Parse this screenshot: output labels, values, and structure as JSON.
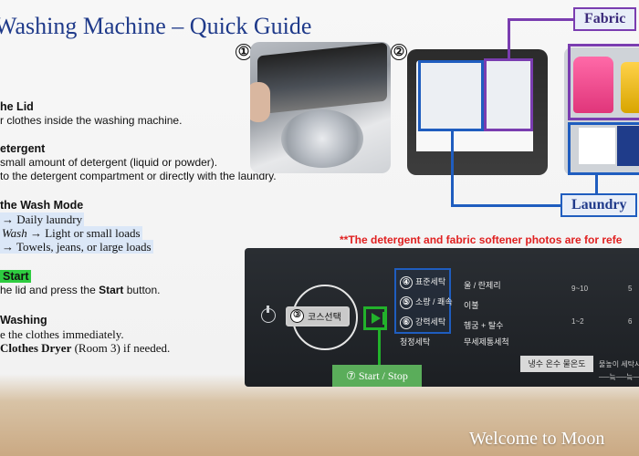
{
  "title": "Washing Machine – Quick Guide",
  "steps": {
    "lid": {
      "title": "he Lid",
      "text": "r clothes inside the washing machine."
    },
    "detergent": {
      "title": "etergent",
      "line1": "small amount of detergent (liquid or powder).",
      "line2": "to the detergent compartment or directly with the laundry."
    },
    "mode": {
      "title": "the Wash Mode",
      "line1": "→ Daily laundry",
      "line2_prefix": "Wash",
      "line2": " → Light or small loads",
      "line3": "→ Towels, jeans, or large loads"
    },
    "start": {
      "title": "Start",
      "text_prefix": "he lid and press the ",
      "text_bold": "Start",
      "text_suffix": " button."
    },
    "finish": {
      "title": "Washing",
      "line1": "e the clothes immediately.",
      "line2_bold": " Clothes Dryer",
      "line2_suffix": " (Room 3) if needed."
    }
  },
  "photo_numbers": {
    "one": "①",
    "two": "②"
  },
  "tags": {
    "fabric": "Fabric",
    "laundry": "Laundry"
  },
  "note": "**The detergent and fabric softener photos are for refe",
  "panel": {
    "course": {
      "num": "③",
      "label": "코스선택"
    },
    "modes": [
      {
        "num": "④",
        "label": "표준세탁"
      },
      {
        "num": "⑤",
        "label": "소량 / 쾌속"
      },
      {
        "num": "⑥",
        "label": "강력세탁"
      }
    ],
    "mode_plain": "청정세탁",
    "col2": [
      "울 / 란제리",
      "이불",
      "헹굼 + 탈수",
      "무세제통세척"
    ],
    "right_top": "9~10",
    "right_top2": "5",
    "right_mid": "1~2",
    "right_mid2": "6",
    "bottom_chip": {
      "left": "냉수",
      "right": "온수",
      "label": "물온도"
    },
    "bottom_labels": "물높이   세탁시간   헹굼횟수   탈수",
    "dots": "──늨──늨───늨──"
  },
  "start_tag": "⑦ Start / Stop",
  "welcome": "Welcome to Moon"
}
